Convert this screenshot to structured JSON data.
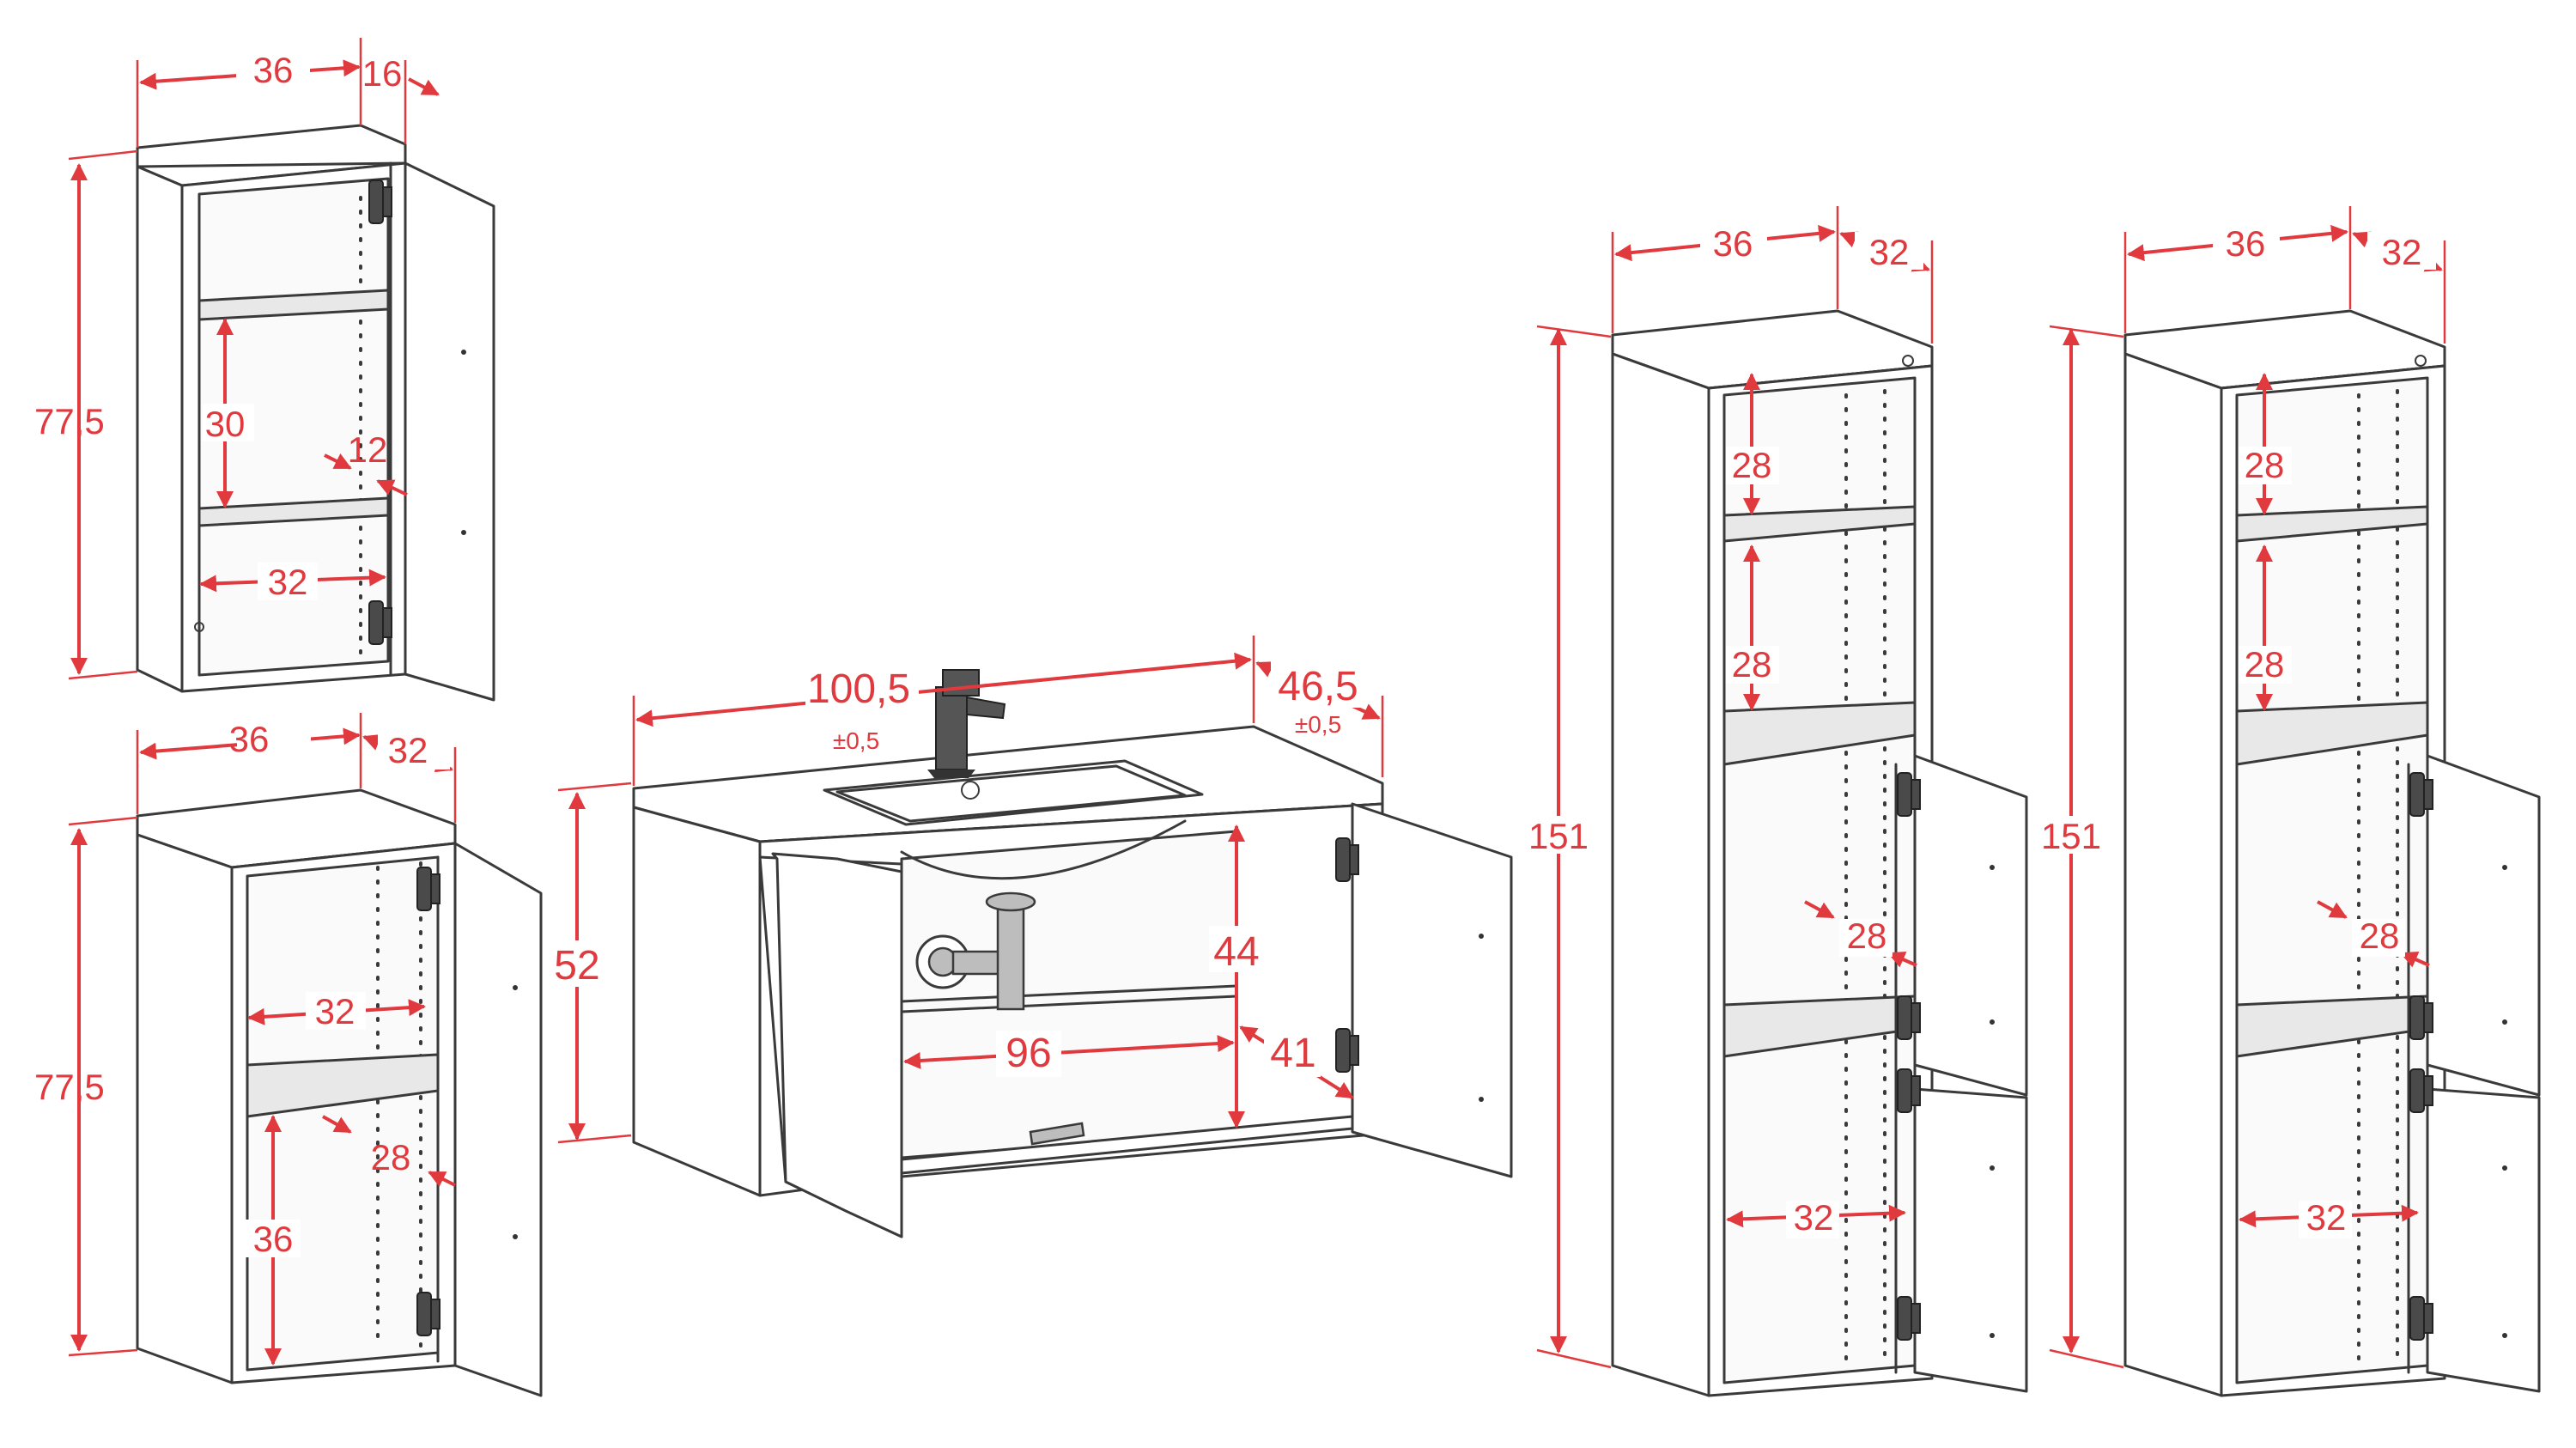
{
  "colors": {
    "dimension": "#e0393e",
    "outline": "#3a3a3a",
    "panel": "#ffffff",
    "grey": "#e8e8e8"
  },
  "wall_cabinet": {
    "width": "36",
    "depth": "16",
    "height": "77,5",
    "shelf_height": "30",
    "inner_depth": "12",
    "inner_width": "32"
  },
  "low_cabinet": {
    "width": "36",
    "depth": "32",
    "height": "77,5",
    "inner_width": "32",
    "inner_depth": "28",
    "shelf_height": "36"
  },
  "vanity": {
    "width": "100,5",
    "width_tol": "±0,5",
    "depth": "46,5",
    "depth_tol": "±0,5",
    "height": "52",
    "inner_height": "44",
    "inner_width": "96",
    "inner_depth": "41"
  },
  "tall_cabinet_1": {
    "width": "36",
    "depth": "32",
    "height": "151",
    "shelf1": "28",
    "shelf2": "28",
    "inner_depth": "28",
    "inner_width": "32"
  },
  "tall_cabinet_2": {
    "width": "36",
    "depth": "32",
    "height": "151",
    "shelf1": "28",
    "shelf2": "28",
    "inner_depth": "28",
    "inner_width": "32"
  }
}
